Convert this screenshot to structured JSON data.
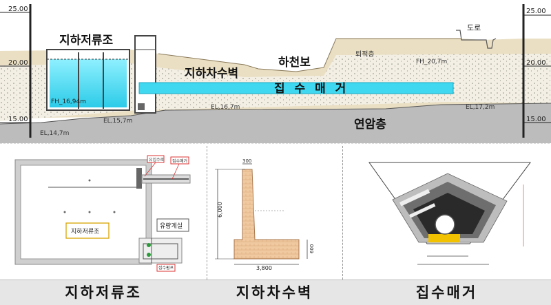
{
  "top_section": {
    "elevation_labels": {
      "left_top": "25.00",
      "left_mid": "20.00",
      "left_bottom": "15.00",
      "right_top": "25.00",
      "right_mid": "20.00",
      "right_bottom": "15.00"
    },
    "road": "도로",
    "reservoir": "지하저류조",
    "weir": "하천보",
    "sediment": "퇴적층",
    "fh_right": "FH_20,7m",
    "cutoff_wall": "지하차수벽",
    "collector": "집 수 매 거",
    "fh_left": "FH_16,94m",
    "el_16_7": "EL,16,7m",
    "el_17_2": "EL,17,2m",
    "el_15_7": "EL,15,7m",
    "el_14_7": "EL,14,7m",
    "soft_rock": "연암층"
  },
  "plan_view": {
    "inflow_label": "유입수로",
    "collector_tag": "집수매거",
    "flow_meter": "유량계실",
    "reservoir_label": "지하저류조",
    "pump_tag": "집수펌프"
  },
  "wall_section": {
    "top_width": "300",
    "height": "6,000",
    "base_width": "3,800",
    "base_height": "600"
  },
  "captions": {
    "left": "지하저류조",
    "middle": "지하차수벽",
    "right": "집수매거"
  },
  "colors": {
    "water": "#3fd8f0",
    "ground": "#e8dcc0",
    "rock": "#bdbdbd",
    "wall_brick": "#f0c9a0"
  }
}
